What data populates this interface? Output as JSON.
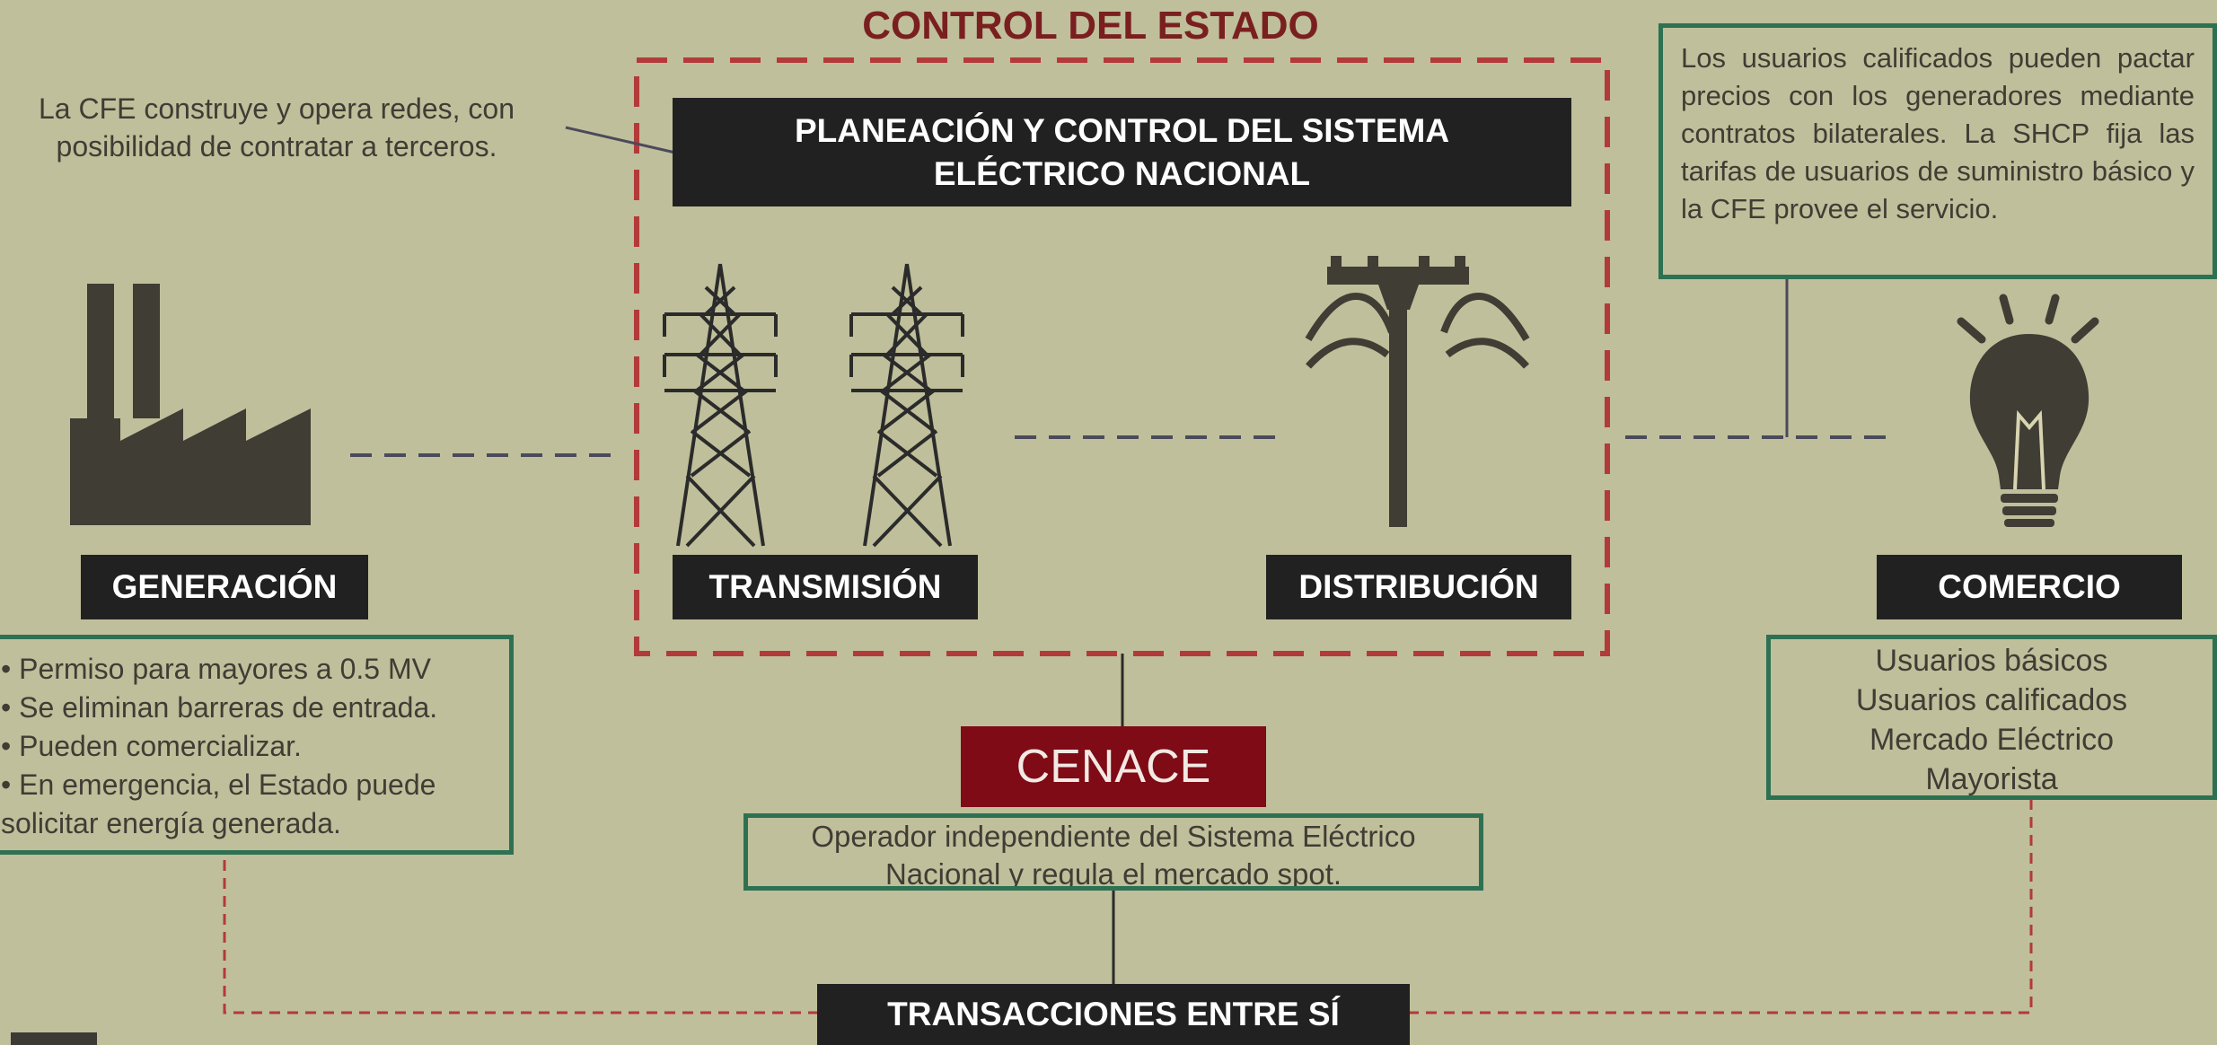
{
  "title": "CONTROL DEL ESTADO",
  "cfe_note": "La CFE construye y opera redes, con posibilidad de contratar a terceros.",
  "planning_box": "PLANEACIÓN Y CONTROL DEL SISTEMA ELÉCTRICO NACIONAL",
  "qualified_users_note": "Los usuarios calificados pueden pactar precios con los generadores mediante contratos bilaterales. La SHCP fija las tarifas de usuarios de suministro básico y la CFE provee el servicio.",
  "stages": {
    "generation": "GENERACIÓN",
    "transmission": "TRANSMISIÓN",
    "distribution": "DISTRIBUCIÓN",
    "commerce": "COMERCIO"
  },
  "generation_points": [
    "• Permiso para mayores a 0.5 MV",
    "• Se eliminan barreras de entrada.",
    "• Pueden comercializar.",
    "• En emergencia, el Estado puede solicitar energía generada."
  ],
  "commerce_items": [
    "Usuarios básicos",
    "Usuarios calificados",
    "Mercado Eléctrico Mayorista"
  ],
  "cenace": {
    "label": "CENACE",
    "description": "Operador independiente del Sistema Eléctrico Nacional y  regula el mercado spot."
  },
  "transactions": "TRANSACCIONES ENTRE SÍ",
  "colors": {
    "background": "#bfbf9b",
    "state_border": "#b33a3a",
    "green_border": "#2d7152",
    "cenace": "#7e0b15",
    "dark_label": "#222121",
    "icon": "#3f3d34"
  },
  "icons": [
    "factory-icon",
    "transmission-tower-icon",
    "utility-pole-icon",
    "light-bulb-icon"
  ]
}
